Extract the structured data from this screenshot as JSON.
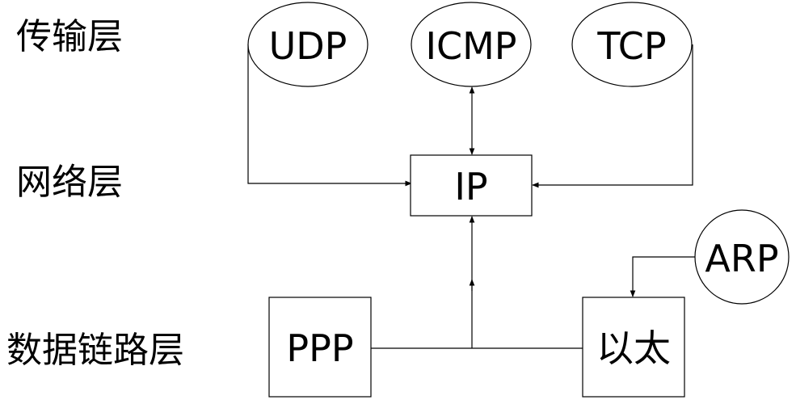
{
  "layers": {
    "transport": "传输层",
    "network": "网络层",
    "datalink": "数据链路层"
  },
  "nodes": {
    "udp": "UDP",
    "icmp": "ICMP",
    "tcp": "TCP",
    "ip": "IP",
    "arp": "ARP",
    "ppp": "PPP",
    "ethernet": "以太"
  }
}
